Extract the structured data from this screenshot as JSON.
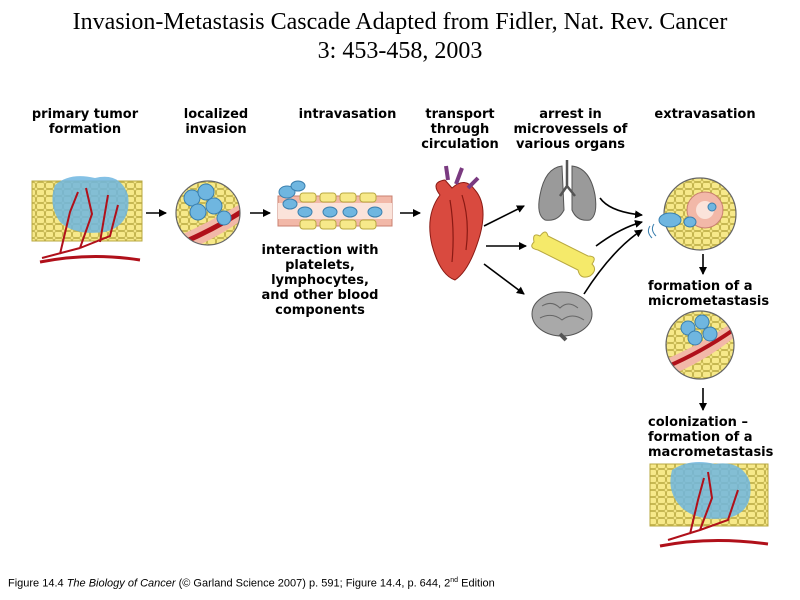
{
  "title": {
    "line1": "Invasion-Metastasis  Cascade Adapted from Fidler, Nat. Rev. Cancer",
    "line2": "3: 453-458, 2003"
  },
  "stages": {
    "primary": [
      "primary tumor",
      "formation"
    ],
    "localized": [
      "localized",
      "invasion"
    ],
    "intravasation": [
      "intravasation"
    ],
    "transport": [
      "transport",
      "through",
      "circulation"
    ],
    "arrest": [
      "arrest in",
      "microvessels of",
      "various organs"
    ],
    "extravasation": [
      "extravasation"
    ]
  },
  "notes": {
    "interaction": [
      "interaction with",
      "platelets, lymphocytes,",
      "and other blood",
      "components"
    ],
    "micrometastasis": [
      "formation of a",
      "micrometastasis"
    ],
    "colonization": [
      "colonization –",
      "formation of a",
      "macrometastasis"
    ]
  },
  "caption": {
    "prefix": "Figure 14.4  ",
    "book": "The Biology of Cancer",
    "mid": " (© Garland Science 2007) p. 591; Figure 14.4, p.  644, 2",
    "sup": "nd",
    "suffix": " Edition"
  },
  "colors": {
    "tissue": "#f7e98a",
    "tissue_line": "#b8a840",
    "tumor_cell": "#6fb6e0",
    "vessel": "#b0101a",
    "vessel_wall": "#f2b8a8",
    "heart": "#d94a3f",
    "lung": "#9a9a9a",
    "bone": "#f5ea6a",
    "brain": "#a9a9a9"
  }
}
